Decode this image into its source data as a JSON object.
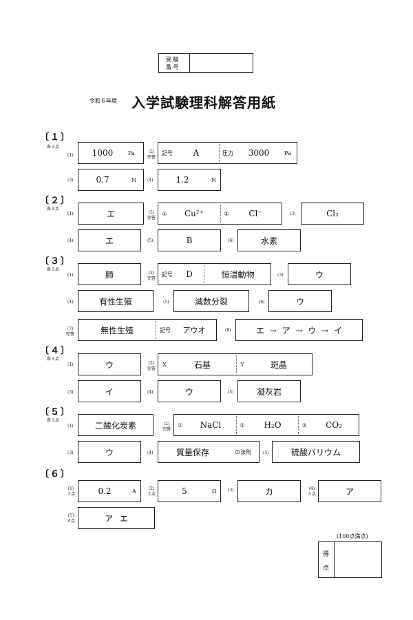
{
  "header": {
    "exam_label_1": "受 験",
    "exam_label_2": "番 号",
    "year": "令和６年度",
    "title": "入学試験理科解答用紙"
  },
  "sections": {
    "s1": {
      "label": "〔１〕",
      "points": "各３点"
    },
    "s2": {
      "label": "〔２〕",
      "points": "各３点"
    },
    "s3": {
      "label": "〔３〕",
      "points": "各３点"
    },
    "s4": {
      "label": "〔４〕",
      "points": "各３点"
    },
    "s5": {
      "label": "〔５〕",
      "points": "各３点"
    },
    "s6": {
      "label": "〔６〕"
    }
  },
  "marks": {
    "p1": "(1)",
    "p2": "(2)",
    "p3": "(3)",
    "p4": "(4)",
    "p5": "(5)",
    "p6": "(6)",
    "p7": "(7)",
    "p8": "(8)",
    "kanto": "完答",
    "pt3": "３点",
    "pt4": "４点"
  },
  "answers": {
    "q1_1": "1000",
    "q1_1u": "Pa",
    "q1_2a_label": "記号",
    "q1_2a": "A",
    "q1_2b_label": "圧力",
    "q1_2b": "3000",
    "q1_2bu": "Pa",
    "q1_3": "0.7",
    "q1_3u": "N",
    "q1_4": "1.2",
    "q1_4u": "N",
    "q2_1": "エ",
    "q2_2a_mark": "①",
    "q2_2a": "Cu²⁺",
    "q2_2b_mark": "②",
    "q2_2b": "Cl⁻",
    "q2_3": "Cl₂",
    "q2_4": "エ",
    "q2_5": "B",
    "q2_6": "水素",
    "q3_1": "肺",
    "q3_2a_label": "記号",
    "q3_2a": "D",
    "q3_2b": "恒温動物",
    "q3_3": "ウ",
    "q3_4": "有性生殖",
    "q3_5": "減数分裂",
    "q3_6": "ウ",
    "q3_7a": "無性生殖",
    "q3_7b_label": "記号",
    "q3_7b": "アウオ",
    "q3_8": "エ → ア → ウ → イ",
    "q4_1": "ウ",
    "q4_2a_label": "X",
    "q4_2a": "石基",
    "q4_2b_label": "Y",
    "q4_2b": "斑晶",
    "q4_3": "イ",
    "q4_4": "ウ",
    "q4_5": "凝灰岩",
    "q5_1": "二酸化炭素",
    "q5_2a_mark": "①",
    "q5_2a": "NaCl",
    "q5_2b_mark": "②",
    "q5_2b": "H₂O",
    "q5_2c_mark": "③",
    "q5_2c": "CO₂",
    "q5_3": "ウ",
    "q5_4": "質量保存",
    "q5_4_suffix": "の法則",
    "q5_5": "硫酸バリウム",
    "q6_1": "0.2",
    "q6_1u": "A",
    "q6_2": "5",
    "q6_2u": "Ω",
    "q6_3": "カ",
    "q6_4": "ア",
    "q6_5": "ア エ"
  },
  "score": {
    "full": "(100点満点)",
    "label_1": "得",
    "label_2": "点"
  }
}
